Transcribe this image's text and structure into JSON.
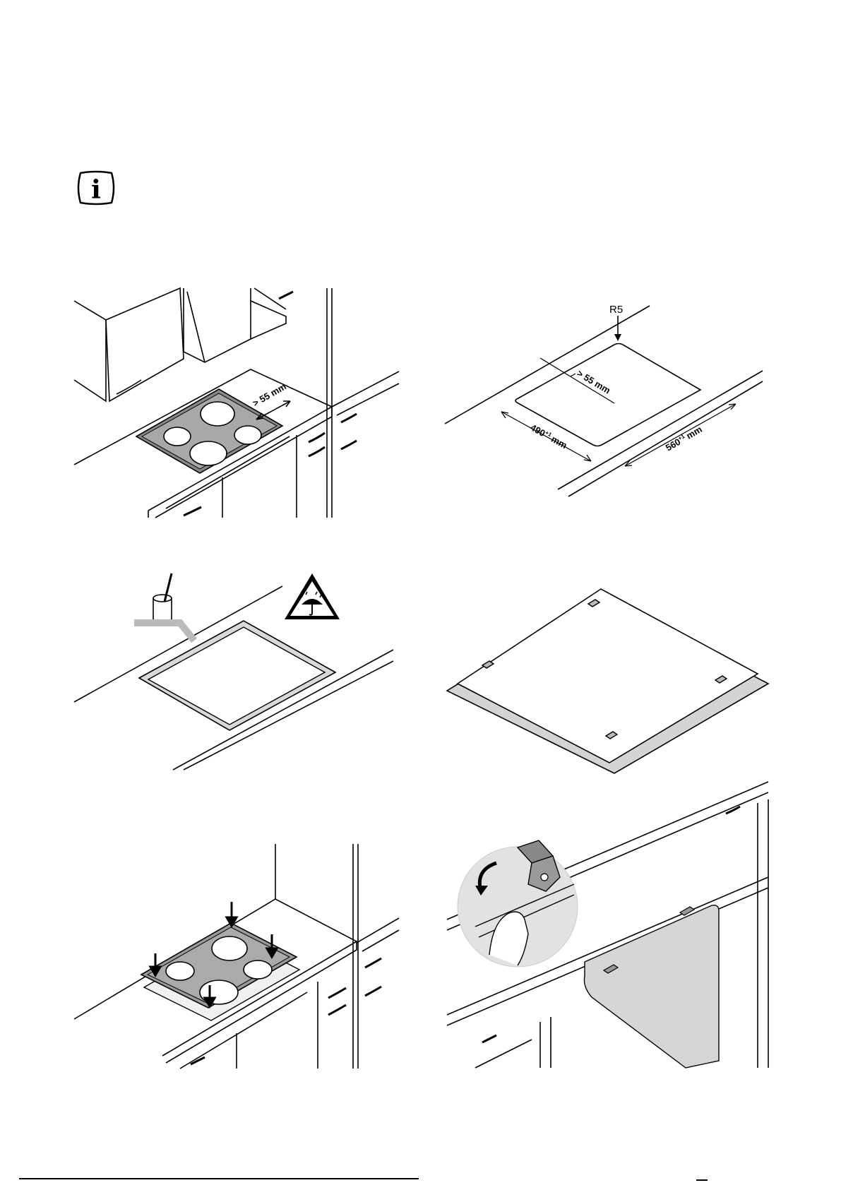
{
  "info_icon": {
    "glyph": "i",
    "name": "information-icon"
  },
  "fig_clearance": {
    "clearance_label": "> 55 mm"
  },
  "fig_cutout": {
    "radius_label": "R5",
    "clearance_label": "> 55 mm",
    "depth_label": "490",
    "depth_tolerance": "+1",
    "width_label": "560",
    "width_tolerance": "+1",
    "unit": "mm"
  },
  "fig_sealant": {
    "warning": "protect-from-moisture-warning-icon"
  },
  "fig_clips": {},
  "fig_insert": {},
  "fig_clip_detail": {}
}
